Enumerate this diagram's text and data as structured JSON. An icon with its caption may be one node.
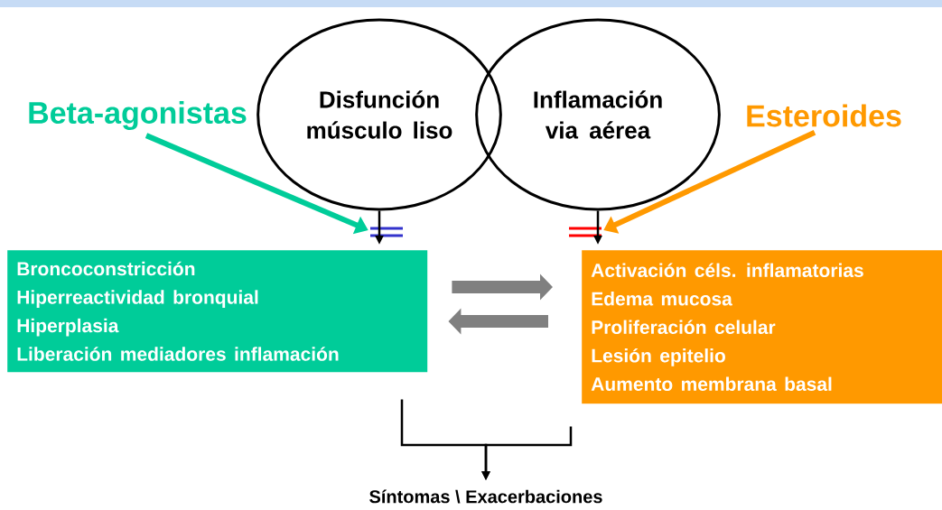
{
  "diagram": {
    "nodes": [
      {
        "text": [
          "Disfunción músculo liso"
        ]
      },
      {
        "text": [
          "Inflamación via aérea"
        ]
      },
      {
        "text": [
          "Beta-agonistas"
        ]
      },
      {
        "text": [
          "Esteroides"
        ]
      },
      {
        "text": [
          "Broncoconstricción",
          "Hiperreactividad bronquial",
          "Hiperplasia",
          "Liberación mediadores inflamación"
        ]
      },
      {
        "text": [
          "Activación céls. inflamatorias",
          "Edema mucosa",
          "Proliferación celular",
          "Lesión epitelio",
          "Aumento membrana basal"
        ]
      },
      {
        "text": [
          "Síntomas \\ Exacerbaciones"
        ]
      },
      {
        "text": [],
        "shape": "bar"
      },
      {
        "text": [],
        "shape": "bar"
      }
    ],
    "edges": [
      {
        "from": 0,
        "to": 4,
        "arrow": "to"
      },
      {
        "from": 1,
        "to": 5,
        "arrow": "to"
      },
      {
        "from": 2,
        "to": 7,
        "arrow": "to",
        "style": "thick",
        "color": "#00cc99"
      },
      {
        "from": 3,
        "to": 8,
        "arrow": "to",
        "style": "thick",
        "color": "#ff9900"
      },
      {
        "from": 4,
        "to": 5,
        "arrow": "to",
        "style": "thick",
        "color": "#808080"
      },
      {
        "from": 5,
        "to": 4,
        "arrow": "to",
        "style": "thick",
        "color": "#808080"
      },
      {
        "from": 4,
        "to": 6,
        "arrow": "to"
      },
      {
        "from": 5,
        "to": 6,
        "arrow": "to"
      }
    ]
  }
}
